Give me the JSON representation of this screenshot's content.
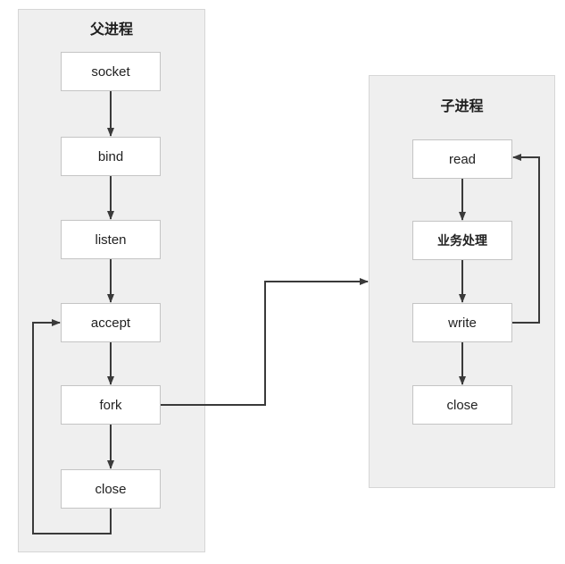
{
  "parent": {
    "title": "父进程",
    "steps": [
      "socket",
      "bind",
      "listen",
      "accept",
      "fork",
      "close"
    ]
  },
  "child": {
    "title": "子进程",
    "steps": [
      "read",
      "业务处理",
      "write",
      "close"
    ]
  },
  "colors": {
    "panel_bg": "#efefef",
    "node_border": "#c4c4c4",
    "arrow": "#3a3a3a"
  }
}
